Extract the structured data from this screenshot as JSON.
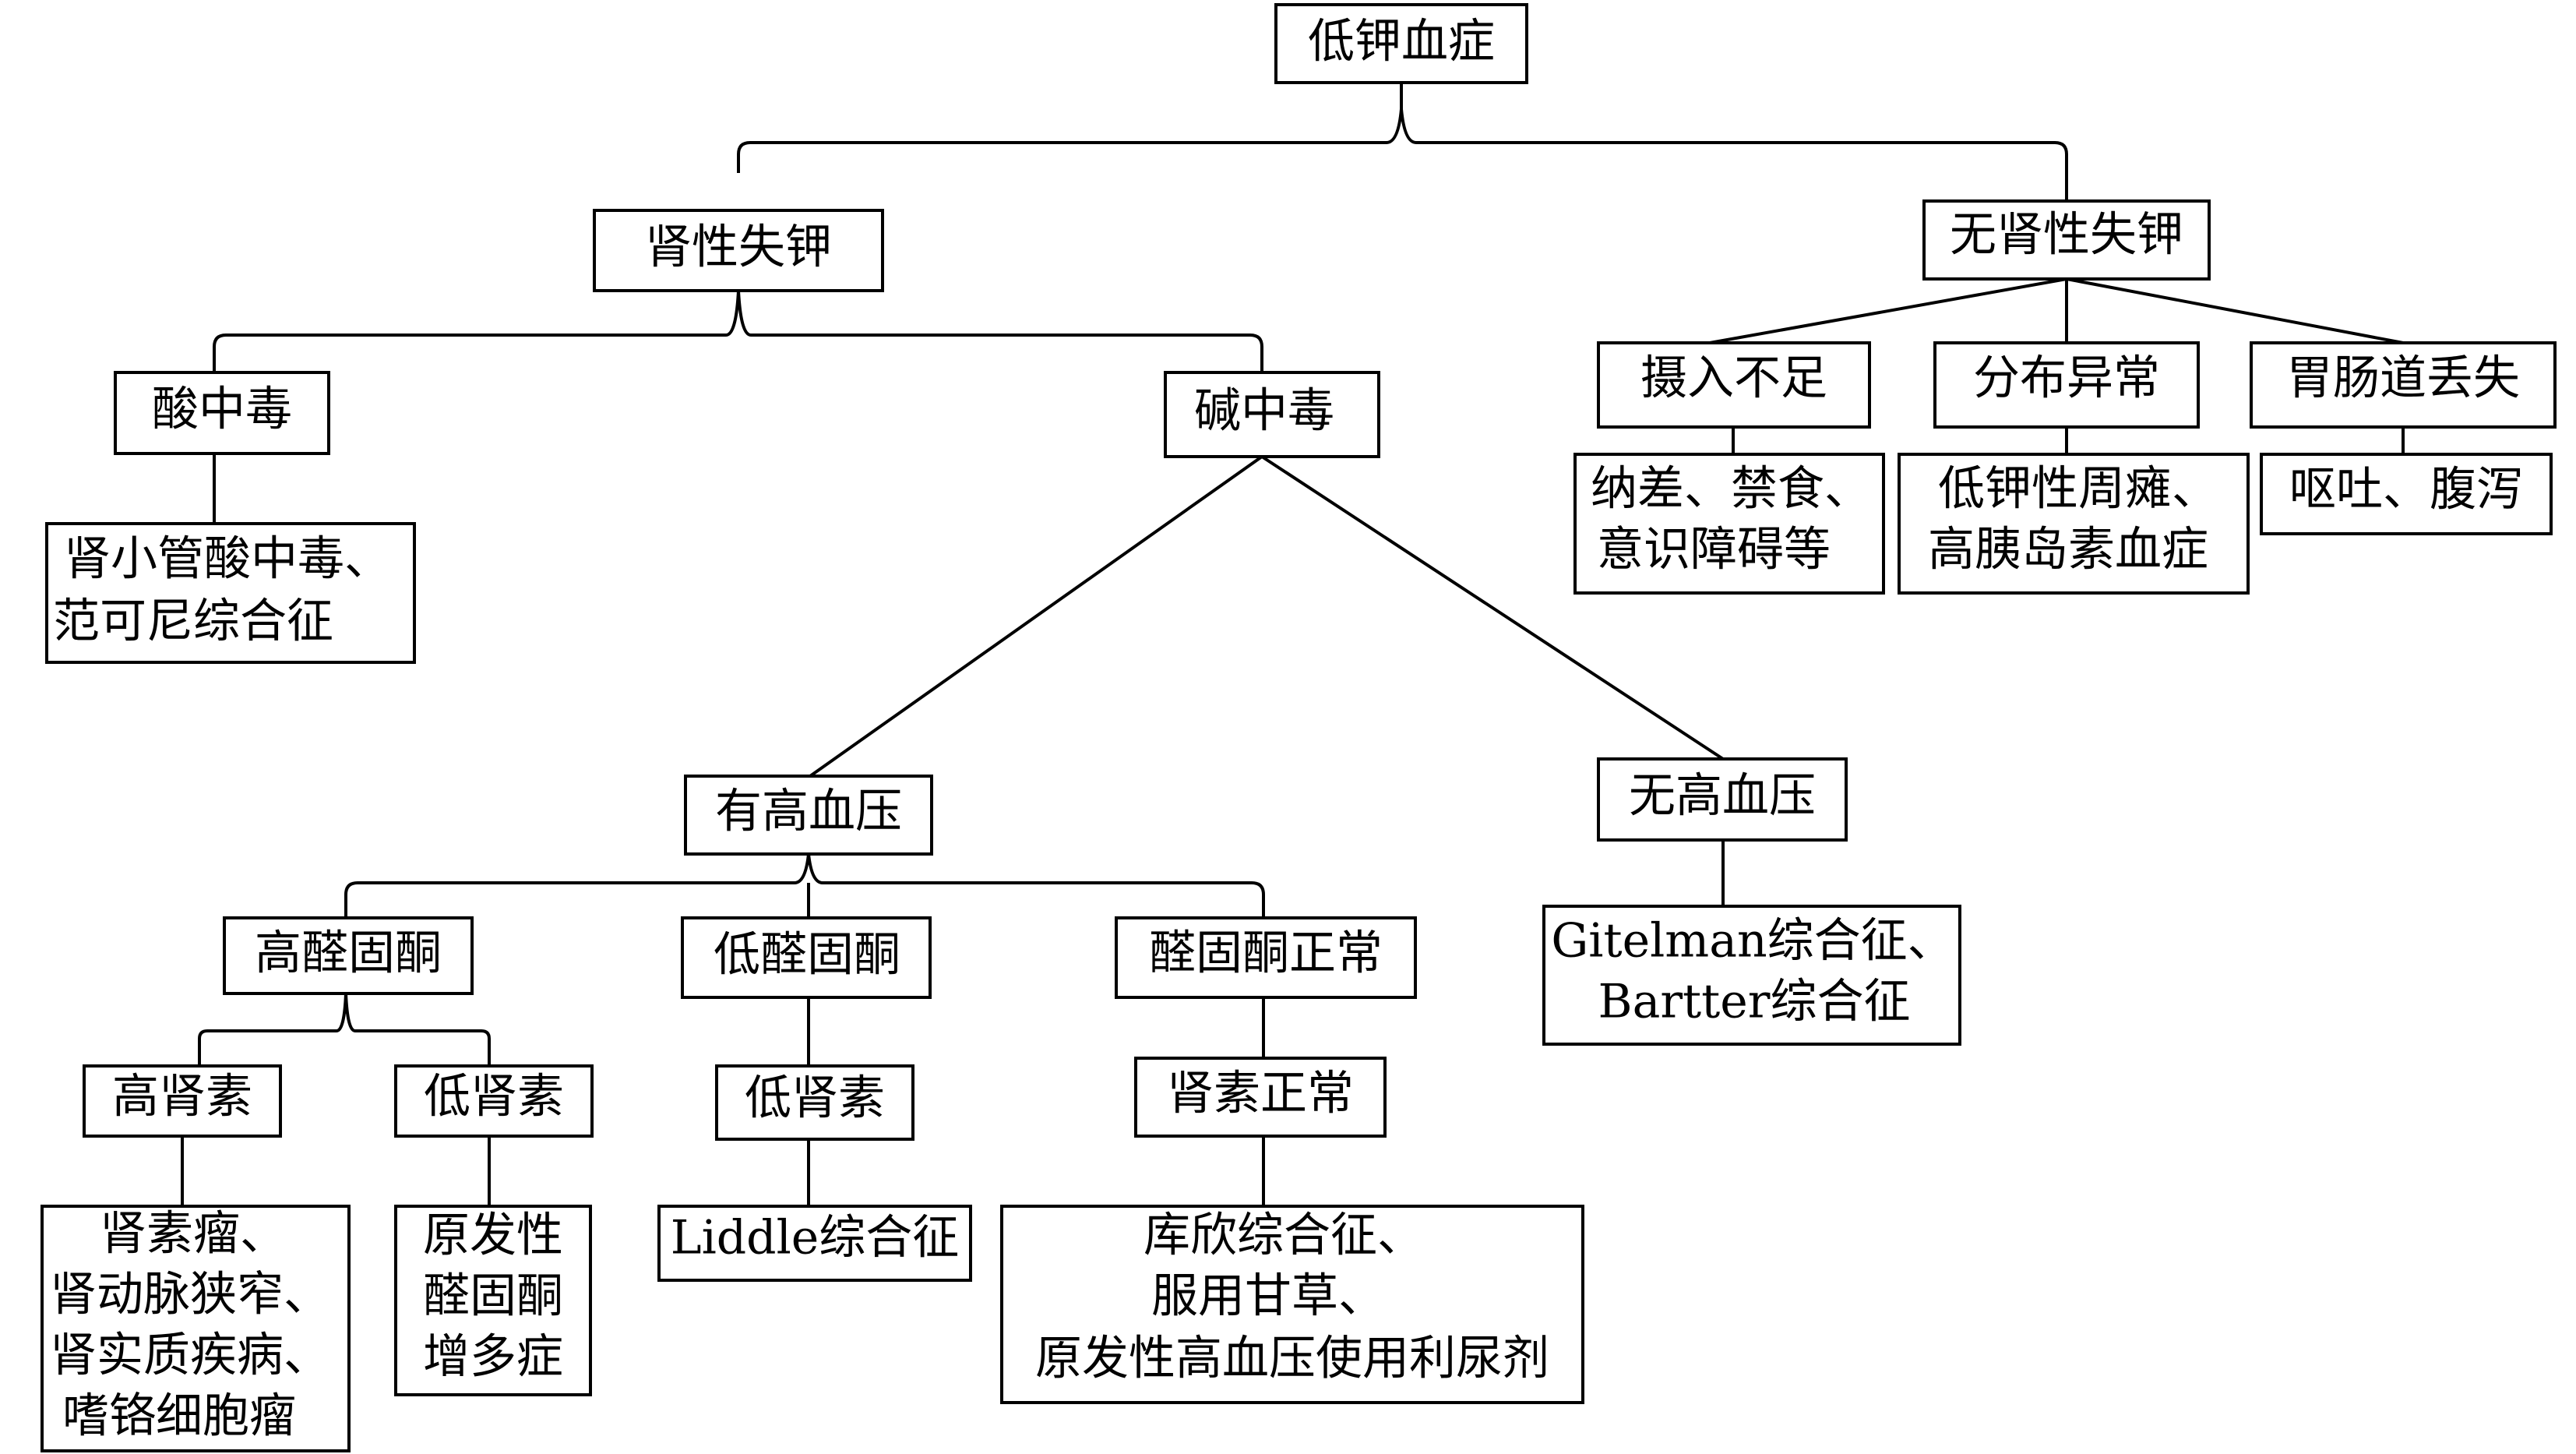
{
  "nodes": {
    "root": "低钾血症",
    "renal_loss": "肾性失钾",
    "nonrenal_loss": "无肾性失钾",
    "acidosis": "酸中毒",
    "acidosis_causes": [
      "肾小管酸中毒、",
      "范可尼综合征"
    ],
    "alkalosis": "碱中毒",
    "hypertension": "有高血压",
    "no_hypertension": "无高血压",
    "no_hypertension_causes": [
      "Gitelman综合征、",
      "Bartter综合征"
    ],
    "high_aldosterone": "高醛固酮",
    "low_aldosterone": "低醛固酮",
    "normal_aldosterone": "醛固酮正常",
    "high_renin": "高肾素",
    "low_renin_high_ald": "低肾素",
    "low_renin_low_ald": "低肾素",
    "normal_renin": "肾素正常",
    "high_renin_causes": [
      "肾素瘤、",
      "肾动脉狭窄、",
      "肾实质疾病、",
      "嗜铬细胞瘤"
    ],
    "primary_aldosteronism": [
      "原发性",
      "醛固酮",
      "增多症"
    ],
    "liddle": "Liddle综合征",
    "normal_renin_causes": [
      "库欣综合征、",
      "服用甘草、",
      "原发性高血压使用利尿剂"
    ],
    "insufficient_intake": "摄入不足",
    "intake_causes": [
      "纳差、禁食、",
      "意识障碍等"
    ],
    "distribution_abnormal": "分布异常",
    "distribution_causes": [
      "低钾性周瘫、",
      "高胰岛素血症"
    ],
    "gi_loss": "胃肠道丢失",
    "gi_causes": [
      "呕吐、腹泻"
    ]
  }
}
